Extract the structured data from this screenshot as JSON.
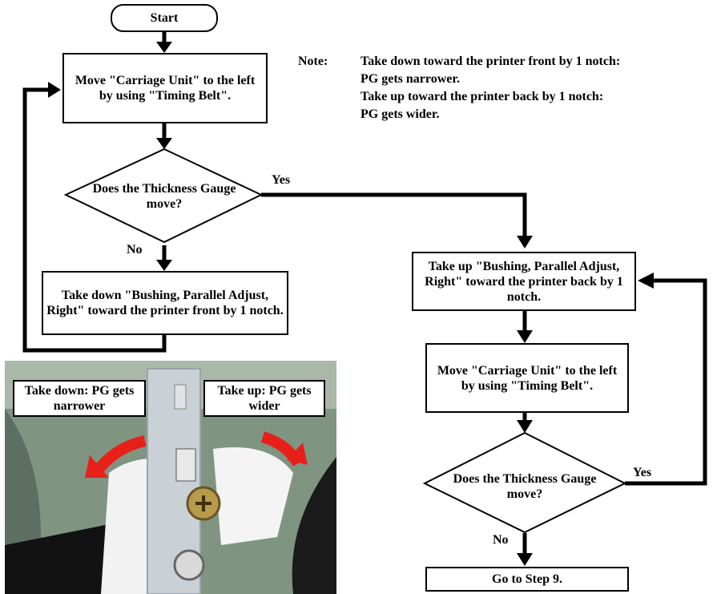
{
  "flow": {
    "start": "Start",
    "move_carriage_1": "Move \"Carriage Unit\" to the left by using \"Timing Belt\".",
    "decision_1": "Does the Thickness Gauge move?",
    "take_down": "Take down \"Bushing, Parallel Adjust, Right\" toward the printer front by 1 notch.",
    "take_up": "Take up \"Bushing, Parallel Adjust, Right\" toward the printer back by 1 notch.",
    "move_carriage_2": "Move \"Carriage Unit\" to the left by using \"Timing Belt\".",
    "decision_2": "Does the Thickness Gauge move?",
    "goto_step": "Go to Step 9.",
    "yes_1": "Yes",
    "no_1": "No",
    "yes_2": "Yes",
    "no_2": "No"
  },
  "note": {
    "label": "Note:",
    "line1": "Take down toward the printer front by 1 notch:",
    "line2": "PG gets narrower.",
    "line3": "Take up toward the printer back by 1 notch:",
    "line4": "PG gets wider."
  },
  "photo": {
    "caption_left": "Take down: PG gets narrower",
    "caption_right": "Take up: PG gets wider",
    "arrow_color": "#e8201a"
  }
}
